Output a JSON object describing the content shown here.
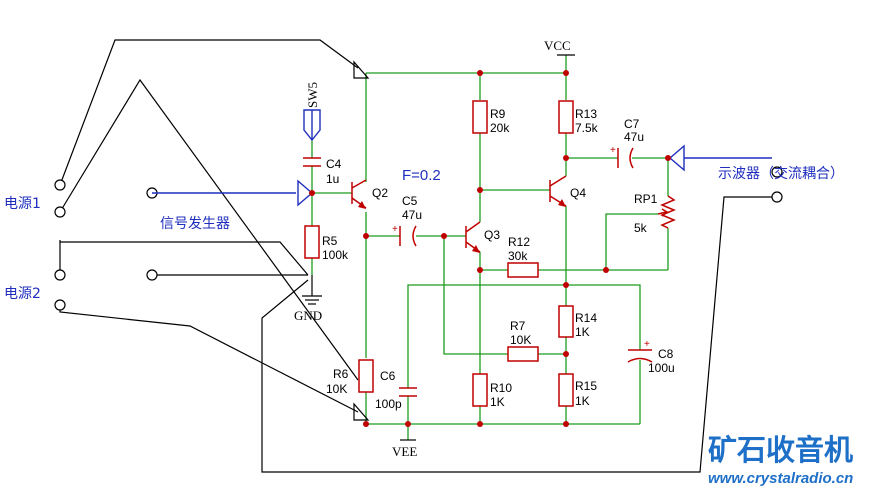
{
  "labels": {
    "vcc": "VCC",
    "vee": "VEE",
    "gnd": "GND",
    "sw5": "SW5",
    "freq": "F=0.2",
    "power1": "电源1",
    "power2": "电源2",
    "signal_gen": "信号发生器",
    "oscilloscope": "示波器（交流耦合）"
  },
  "components": {
    "c4": {
      "ref": "C4",
      "value": "1u"
    },
    "c5": {
      "ref": "C5",
      "value": "47u"
    },
    "c6": {
      "ref": "C6",
      "value": "100p"
    },
    "c7": {
      "ref": "C7",
      "value": "47u"
    },
    "c8": {
      "ref": "C8",
      "value": "100u"
    },
    "r5": {
      "ref": "R5",
      "value": "100k"
    },
    "r6": {
      "ref": "R6",
      "value": "10K"
    },
    "r7": {
      "ref": "R7",
      "value": "10K"
    },
    "r9": {
      "ref": "R9",
      "value": "20k"
    },
    "r10": {
      "ref": "R10",
      "value": "1K"
    },
    "r12": {
      "ref": "R12",
      "value": "30k"
    },
    "r13": {
      "ref": "R13",
      "value": "7.5k"
    },
    "r14": {
      "ref": "R14",
      "value": "1K"
    },
    "r15": {
      "ref": "R15",
      "value": "1K"
    },
    "rp1": {
      "ref": "RP1",
      "value": "5k"
    },
    "q2": {
      "ref": "Q2"
    },
    "q3": {
      "ref": "Q3"
    },
    "q4": {
      "ref": "Q4"
    }
  },
  "watermark": {
    "title": "矿石收音机",
    "url": "www.crystalradio.cn"
  },
  "colors": {
    "wire": "#1e9a1e",
    "component": "#c00000",
    "signal": "#1f2fbf",
    "external": "#000000",
    "watermark": "#1e6fc8"
  }
}
